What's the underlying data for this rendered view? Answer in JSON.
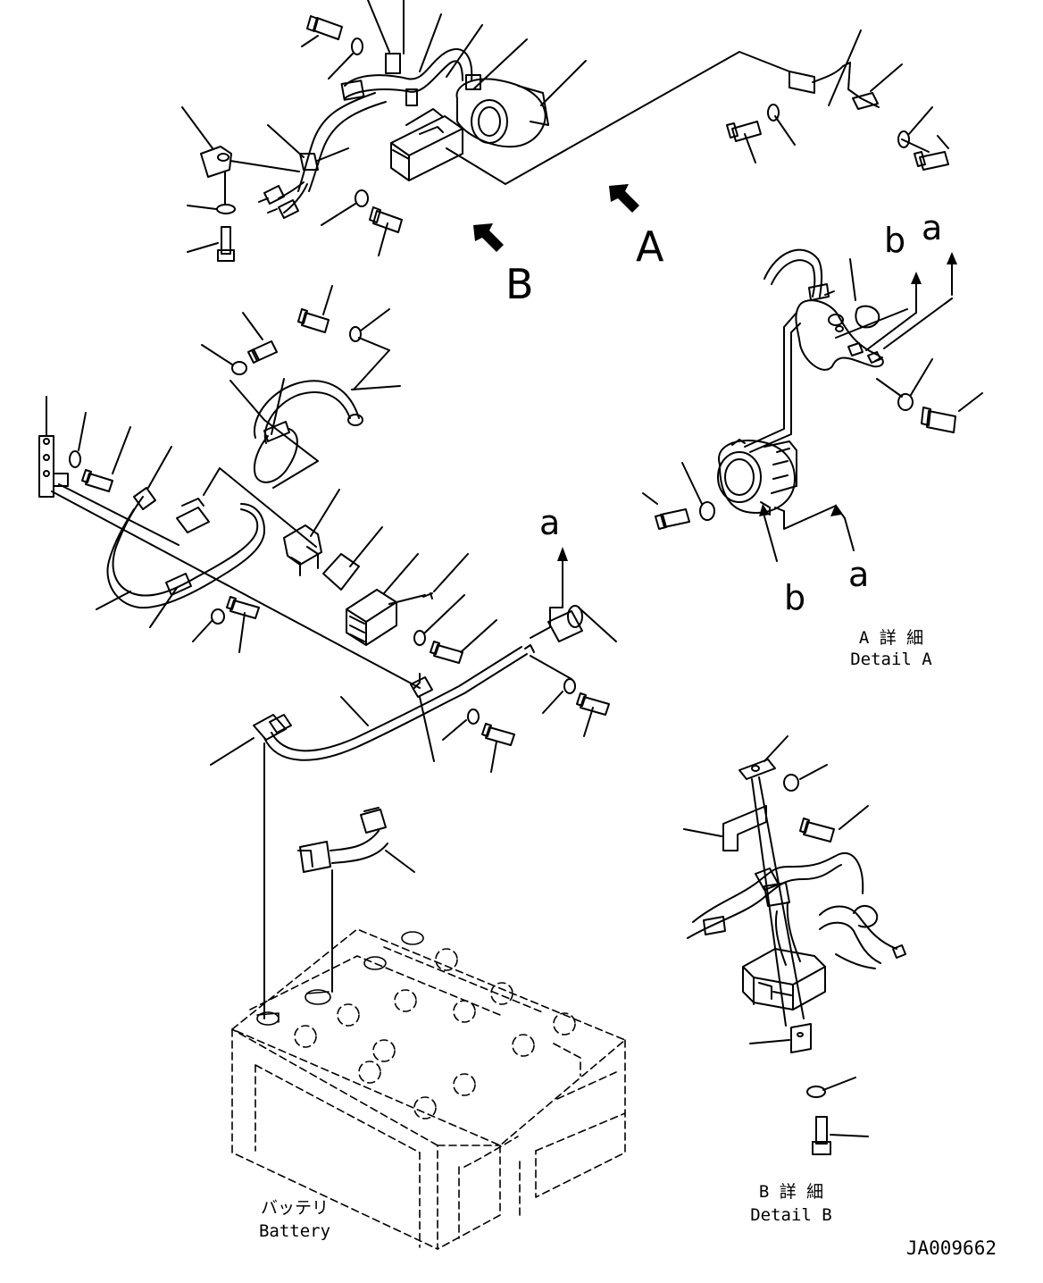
{
  "view_labels": {
    "a": "A",
    "b": "B"
  },
  "detail_markers": {
    "lower_a": "a",
    "lower_b": "b"
  },
  "detail_a": {
    "title_jp": "A 詳 細",
    "title_en": "Detail A",
    "marker_a_upper": "a",
    "marker_b_upper": "b",
    "marker_a_lower": "a",
    "marker_b_lower": "b"
  },
  "detail_b": {
    "title_jp": "B 詳 細",
    "title_en": "Detail B"
  },
  "main_marker_a": "a",
  "battery": {
    "label_jp": "バッテリ",
    "label_en": "Battery"
  },
  "drawing_number": "JA009662"
}
